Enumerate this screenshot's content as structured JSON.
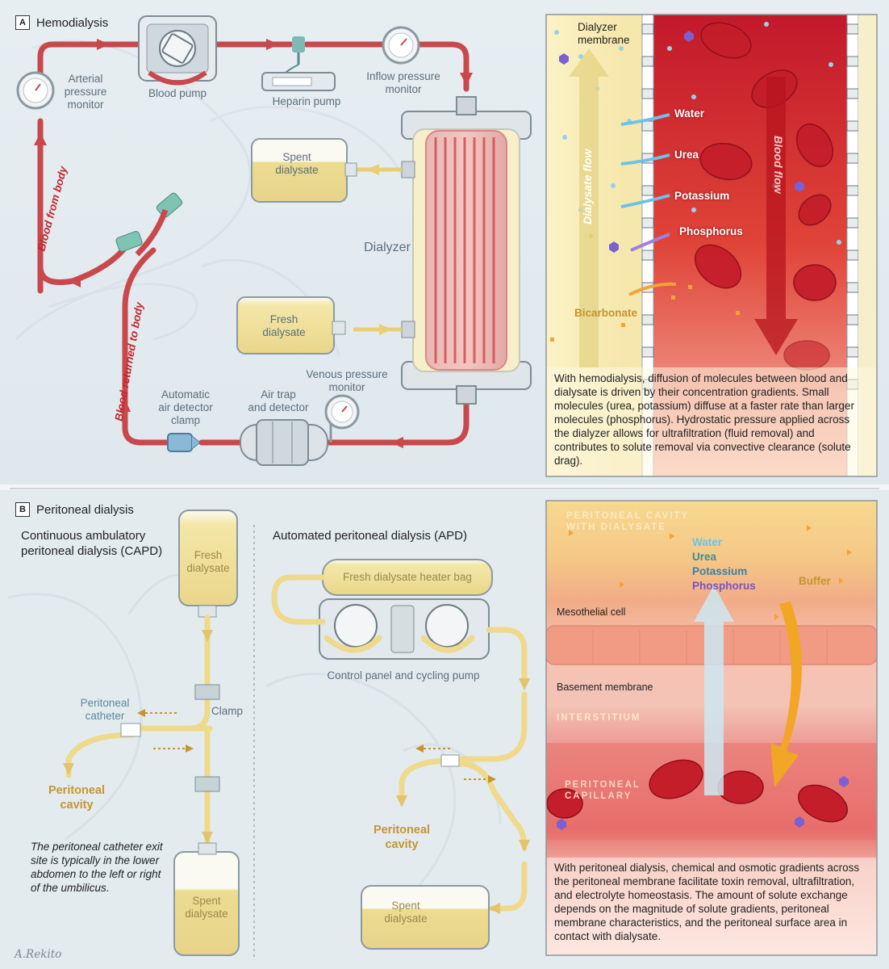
{
  "panelA": {
    "letter": "A",
    "title": "Hemodialysis",
    "labels": {
      "arterial": "Arterial\npressure\nmonitor",
      "blood_pump": "Blood pump",
      "heparin": "Heparin pump",
      "inflow": "Inflow pressure\nmonitor",
      "spent": "Spent\ndialysate",
      "fresh": "Fresh\ndialysate",
      "dialyzer": "Dialyzer",
      "venous": "Venous pressure\nmonitor",
      "air_trap": "Air trap\nand detector",
      "auto_clamp": "Automatic\nair detector\nclamp",
      "blood_from_body": "Blood from body",
      "blood_returned": "Blood returned to body"
    },
    "inset": {
      "membrane": "Dialyzer\nmembrane",
      "water": "Water",
      "urea": "Urea",
      "potassium": "Potassium",
      "phosphorus": "Phosphorus",
      "bicarbonate": "Bicarbonate",
      "dialysate_flow": "Dialysate flow",
      "blood_flow": "Blood flow",
      "caption": "With hemodialysis, diffusion of molecules between blood and dialysate is driven by their concentration gradients. Small molecules (urea, potassium) diffuse at a faster rate than larger molecules (phosphorus). Hydrostatic pressure applied across the dialyzer allows for ultrafiltration (fluid removal) and contributes to solute removal via convective clearance (solute drag)."
    }
  },
  "panelB": {
    "letter": "B",
    "title": "Peritoneal dialysis",
    "capd_title": "Continuous ambulatory\nperitoneal dialysis (CAPD)",
    "apd_title": "Automated peritoneal dialysis (APD)",
    "labels": {
      "fresh": "Fresh\ndialysate",
      "clamp": "Clamp",
      "catheter": "Peritoneal\ncatheter",
      "cavity_left": "Peritoneal\ncavity",
      "note": "The peritoneal catheter exit site is typically in the lower abdomen to the left or right of the umbilicus.",
      "spent_left": "Spent\ndialysate",
      "heater": "Fresh dialysate heater bag",
      "control": "Control panel and cycling pump",
      "cavity_right": "Peritoneal\ncavity",
      "spent_right": "Spent\ndialysate"
    },
    "inset": {
      "cavity": "PERITONEAL CAVITY\nWITH DIALYSATE",
      "water": "Water",
      "urea": "Urea",
      "potassium": "Potassium",
      "phosphorus": "Phosphorus",
      "buffer": "Buffer",
      "mesothelial": "Mesothelial cell",
      "basement": "Basement membrane",
      "interstitium": "INTERSTITIUM",
      "capillary": "PERITONEAL\nCAPILLARY",
      "caption": "With peritoneal dialysis, chemical and osmotic gradients across the peritoneal membrane facilitate toxin removal, ultrafiltration, and electrolyte homeostasis. The amount of solute exchange depends on the magnitude of solute gradients, peritoneal membrane characteristics, and the peritoneal surface area in contact with dialysate."
    }
  },
  "signature": "A.Rekito",
  "colors": {
    "tube_red": "#c8484c",
    "tube_yellow": "#efd98a",
    "gold": "#c6952d",
    "blood": "#d9282d",
    "water_blue": "#5fb8e4",
    "urea_teal": "#45a4a0",
    "phos_purple": "#8c62c9"
  }
}
